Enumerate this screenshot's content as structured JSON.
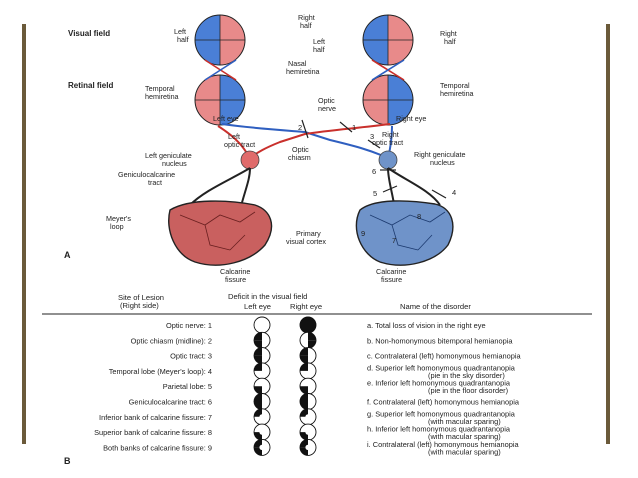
{
  "labels": {
    "visual_field": "Visual field",
    "retinal_field": "Retinal field",
    "left_half_l": "Left",
    "left_half_l2": "half",
    "right_half_t": "Right",
    "right_half_t2": "half",
    "left_half_r": "Left",
    "left_half_r2": "half",
    "right_half_r": "Right",
    "right_half_r2": "half",
    "nasal": "Nasal",
    "nasal2": "hemiretina",
    "temporal_l": "Temporal",
    "temporal_l2": "hemiretina",
    "temporal_r": "Temporal",
    "temporal_r2": "hemiretina",
    "left_eye": "Left eye",
    "right_eye": "Right eye",
    "optic_nerve": "Optic",
    "optic_nerve2": "nerve",
    "left_optic_tract": "Left",
    "left_optic_tract2": "optic tract",
    "right_optic_tract": "Right",
    "right_optic_tract2": "optic tract",
    "optic_chiasm": "Optic",
    "optic_chiasm2": "chiasm",
    "left_gen": "Left geniculate",
    "left_gen2": "nucleus",
    "right_gen": "Right geniculate",
    "right_gen2": "nucleus",
    "genic_tract": "Geniculocalcarine",
    "genic_tract2": "tract",
    "meyers": "Meyer's",
    "meyers2": "loop",
    "primary": "Primary",
    "primary2": "visual cortex",
    "calc_l": "Calcarine",
    "calc_l2": "fissure",
    "calc_r": "Calcarine",
    "calc_r2": "fissure",
    "fig_a": "A",
    "fig_b": "B"
  },
  "numbers": [
    "1",
    "2",
    "3",
    "4",
    "5",
    "6",
    "7",
    "8",
    "9"
  ],
  "table": {
    "header_site": "Site of Lesion",
    "header_site2": "(Right side)",
    "header_deficit": "Deficit in the visual field",
    "header_left_eye": "Left eye",
    "header_right_eye": "Right eye",
    "header_name": "Name of the disorder",
    "rows": [
      {
        "site": "Optic nerve: 1",
        "name": "a.  Total loss of vision in the right eye",
        "name2": ""
      },
      {
        "site": "Optic chiasm (midline): 2",
        "name": "b.  Non-homonymous bitemporal hemianopia",
        "name2": ""
      },
      {
        "site": "Optic tract: 3",
        "name": "c.  Contralateral (left) homonymous hemianopia",
        "name2": ""
      },
      {
        "site": "Temporal lobe (Meyer's loop): 4",
        "name": "d.  Superior left homonymous quadrantanopia",
        "name2": "(pie in the sky disorder)"
      },
      {
        "site": "Parietal lobe: 5",
        "name": "e.  Inferior left homonymous quadrantanopia",
        "name2": "(pie in the floor disorder)"
      },
      {
        "site": "Geniculocalcarine tract: 6",
        "name": "f.  Contralateral (left) homonymous hemianopia",
        "name2": ""
      },
      {
        "site": "Inferior bank of calcarine fissure: 7",
        "name": "g.  Superior left homonymous quadrantanopia",
        "name2": "(with macular sparing)"
      },
      {
        "site": "Superior bank of calcarine fissure: 8",
        "name": "h.  Inferior left homonymous quadrantanopia",
        "name2": "(with macular sparing)"
      },
      {
        "site": "Both banks of calcarine fissure: 9",
        "name": "i.  Contralateral (left) homonymous hemianopia",
        "name2": "(with macular sparing)"
      }
    ]
  },
  "colors": {
    "blue": "#4a7fd6",
    "pink": "#e88a8a",
    "cortex_red": "#c9605f",
    "cortex_blue": "#6f93c9",
    "frame": "#6b5a3a"
  }
}
